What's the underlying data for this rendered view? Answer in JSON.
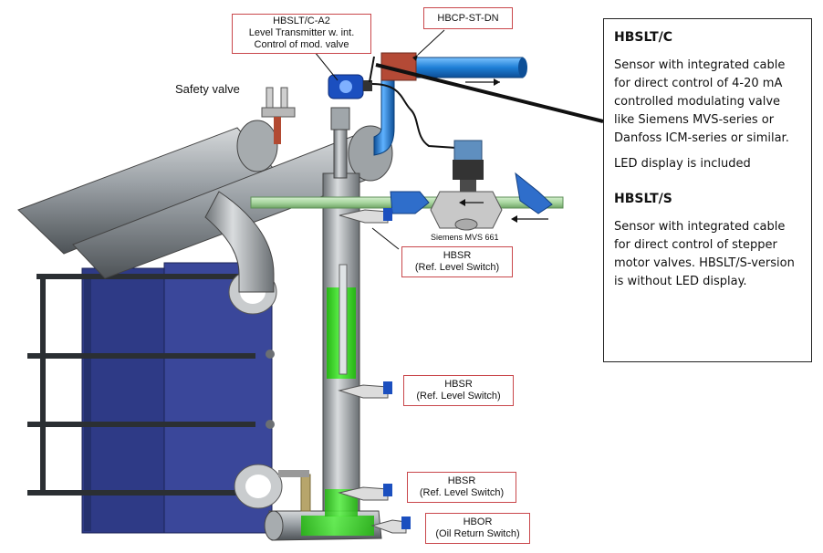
{
  "labels": {
    "transmitter": [
      "HBSLT/C-A2",
      "Level Transmitter w. int.",
      "Control of mod. valve"
    ],
    "hbcp": "HBCP-ST-DN",
    "safety_valve": "Safety valve",
    "siemens": "Siemens MVS 661",
    "hbsr_1": [
      "HBSR",
      "(Ref. Level Switch)"
    ],
    "hbsr_2": [
      "HBSR",
      "(Ref. Level Switch)"
    ],
    "hbsr_3": [
      "HBSR",
      "(Ref. Level Switch)"
    ],
    "hbor": [
      "HBOR",
      "(Oil Return Switch)"
    ]
  },
  "infobox": {
    "c_title": "HBSLT/C",
    "c_text": "Sensor with integrated cable for direct control of 4-20 mA controlled modulating valve like Siemens MVS-series or Danfoss ICM-series or similar.",
    "c_led": "LED display is included",
    "s_title": "HBSLT/S",
    "s_text": "Sensor with integrated cable for direct control of stepper motor valves. HBSLT/S-version is without LED display."
  },
  "colors": {
    "pipe_grey": "#8f959a",
    "pipe_blue": "#1e7fd6",
    "pipe_green": "#a9d6a0",
    "liquid_green": "#33e11f",
    "exchanger_blue": "#2e3a86",
    "label_border": "#c9474b"
  }
}
